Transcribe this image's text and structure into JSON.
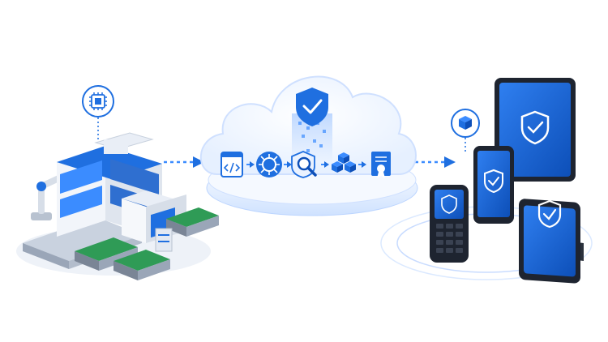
{
  "palette": {
    "primary": "#1f6fe0",
    "primary_dark": "#0d4fb8",
    "accent": "#3b8cff",
    "light": "#dbe9ff",
    "pale": "#eef5ff",
    "building": "#e9eef6",
    "board": "#2f9b56",
    "device": "#1e2430"
  },
  "factory": {
    "badge_icon": "microchip-icon",
    "elements": [
      "factory-building",
      "robot-arm",
      "conveyor-belt",
      "circuit-boards",
      "server-rack"
    ]
  },
  "cloud": {
    "top_icon": "shield-check-icon",
    "pipeline_steps": [
      {
        "icon": "code-icon"
      },
      {
        "icon": "chip-brain-icon"
      },
      {
        "icon": "magnifier-shield-icon"
      },
      {
        "icon": "cubes-icon"
      },
      {
        "icon": "certificate-icon"
      }
    ]
  },
  "devices": {
    "badge_icon": "package-icon",
    "items": [
      {
        "icon": "handheld-scanner"
      },
      {
        "icon": "smartphone"
      },
      {
        "icon": "tablet"
      },
      {
        "icon": "payment-terminal"
      }
    ]
  }
}
